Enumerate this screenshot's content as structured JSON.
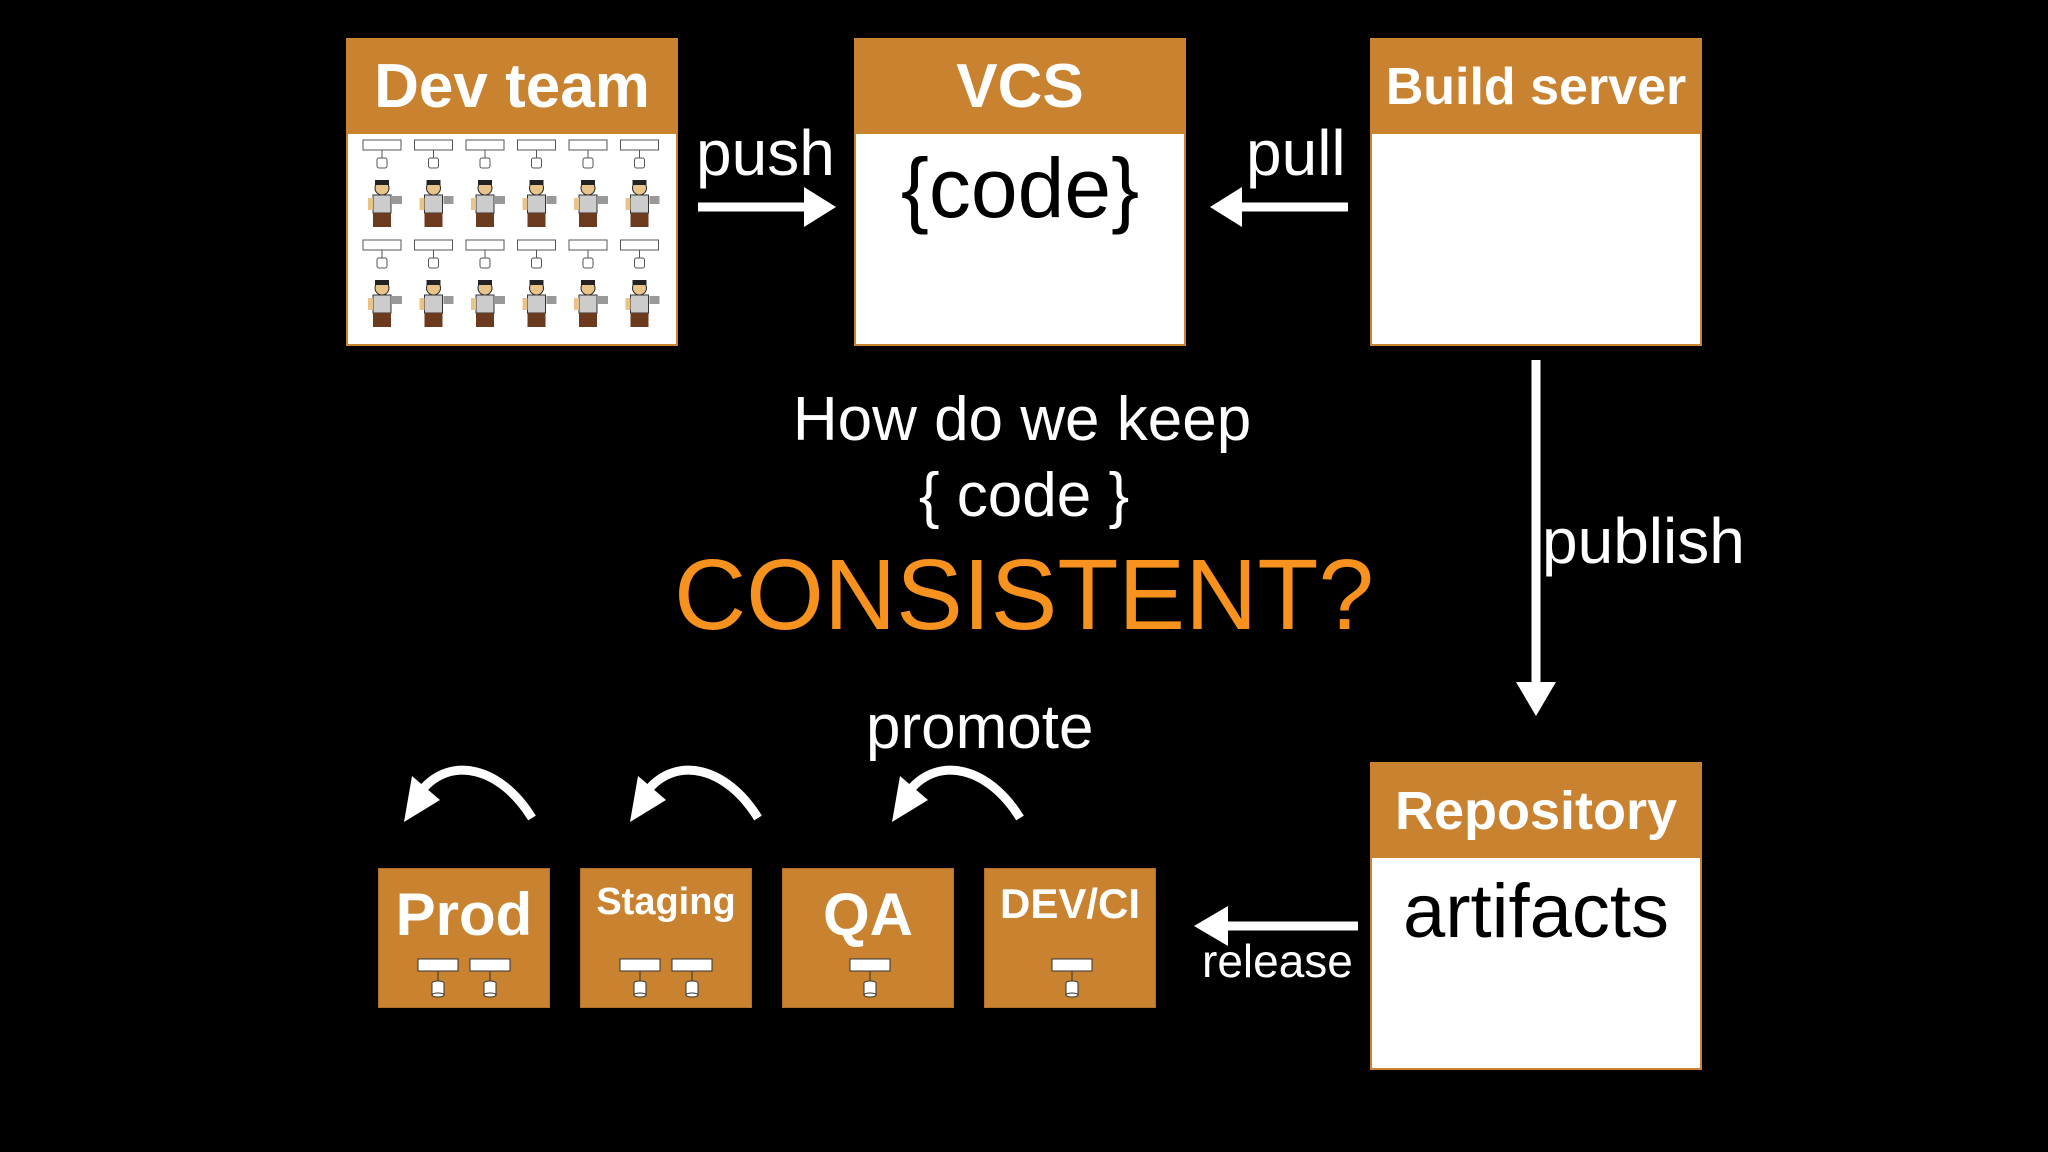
{
  "boxes": {
    "dev_team": {
      "title": "Dev team"
    },
    "vcs": {
      "title": "VCS",
      "body": "{code}"
    },
    "build_server": {
      "title": "Build server"
    },
    "repository": {
      "title": "Repository",
      "body": "artifacts"
    }
  },
  "envs": {
    "prod": "Prod",
    "staging": "Staging",
    "qa": "QA",
    "devci": "DEV/CI"
  },
  "arrows": {
    "push": "push",
    "pull": "pull",
    "publish": "publish",
    "release": "release",
    "promote": "promote"
  },
  "question": {
    "line1": "How do we keep",
    "line2": "{ code }",
    "line3": "CONSISTENT?"
  },
  "colors": {
    "accent": "#c9822f",
    "highlight": "#f7921e",
    "background": "#000000"
  }
}
